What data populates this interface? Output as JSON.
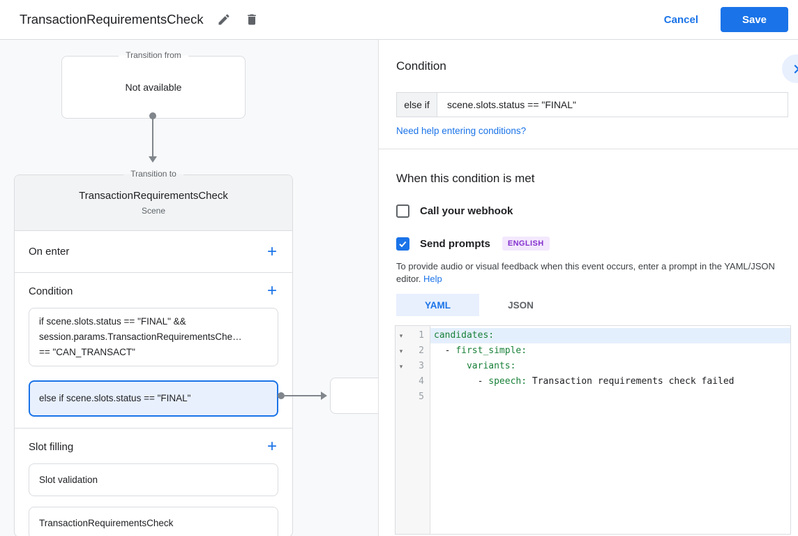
{
  "header": {
    "title": "TransactionRequirementsCheck",
    "cancel_label": "Cancel",
    "save_label": "Save"
  },
  "icons": {
    "plus": "+",
    "fold_caret": "▾"
  },
  "colors": {
    "accent_blue": "#1a73e8",
    "selected_blue_bg": "#e8f0fe",
    "code_key_green": "#188038",
    "badge_purple_text": "#8430ce",
    "badge_purple_bg": "#f3e8fd"
  },
  "flow": {
    "transition_from": {
      "legend": "Transition from",
      "content": "Not available"
    },
    "scene_card": {
      "legend": "Transition to",
      "title": "TransactionRequirementsCheck",
      "subtitle": "Scene",
      "on_enter_label": "On enter",
      "condition": {
        "label": "Condition",
        "items": [
          {
            "lines": [
              "if scene.slots.status == \"FINAL\" &&",
              "session.params.TransactionRequirementsChe…",
              "== \"CAN_TRANSACT\""
            ]
          },
          {
            "text": "else if scene.slots.status == \"FINAL\"",
            "selected": true
          }
        ]
      },
      "slot_filling": {
        "label": "Slot filling",
        "items": [
          "Slot validation",
          "TransactionRequirementsCheck"
        ]
      }
    }
  },
  "inspector": {
    "heading": "Condition",
    "condition_prefix": "else if",
    "condition_value": "scene.slots.status == \"FINAL\"",
    "help_link": "Need help entering conditions?",
    "when_heading": "When this condition is met",
    "webhook": {
      "label": "Call your webhook",
      "checked": false
    },
    "prompts": {
      "label": "Send prompts",
      "checked": true,
      "badge": "ENGLISH"
    },
    "feedback_text": "To provide audio or visual feedback when this event occurs, enter a prompt in the YAML/JSON editor.",
    "feedback_link": "Help",
    "tabs": [
      {
        "label": "YAML",
        "active": true
      },
      {
        "label": "JSON",
        "active": false
      }
    ],
    "editor": {
      "lines": [
        {
          "num": "1",
          "fold": true,
          "highlight": true,
          "segments": [
            {
              "t": "candidates:",
              "c": "k"
            }
          ]
        },
        {
          "num": "2",
          "fold": true,
          "highlight": false,
          "segments": [
            {
              "t": "  - ",
              "c": "p"
            },
            {
              "t": "first_simple:",
              "c": "k"
            }
          ]
        },
        {
          "num": "3",
          "fold": true,
          "highlight": false,
          "segments": [
            {
              "t": "      ",
              "c": "p"
            },
            {
              "t": "variants:",
              "c": "k"
            }
          ]
        },
        {
          "num": "4",
          "fold": false,
          "highlight": false,
          "segments": [
            {
              "t": "        - ",
              "c": "p"
            },
            {
              "t": "speech:",
              "c": "k"
            },
            {
              "t": " Transaction requirements check failed",
              "c": "p"
            }
          ]
        },
        {
          "num": "5",
          "fold": false,
          "highlight": false,
          "segments": []
        }
      ]
    }
  }
}
